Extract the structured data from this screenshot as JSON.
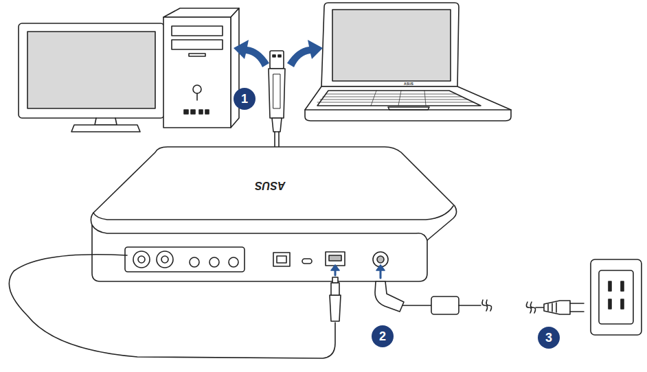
{
  "diagram": {
    "labels": [
      "ASUS",
      "1",
      "ASUS",
      "2",
      "3"
    ]
  }
}
